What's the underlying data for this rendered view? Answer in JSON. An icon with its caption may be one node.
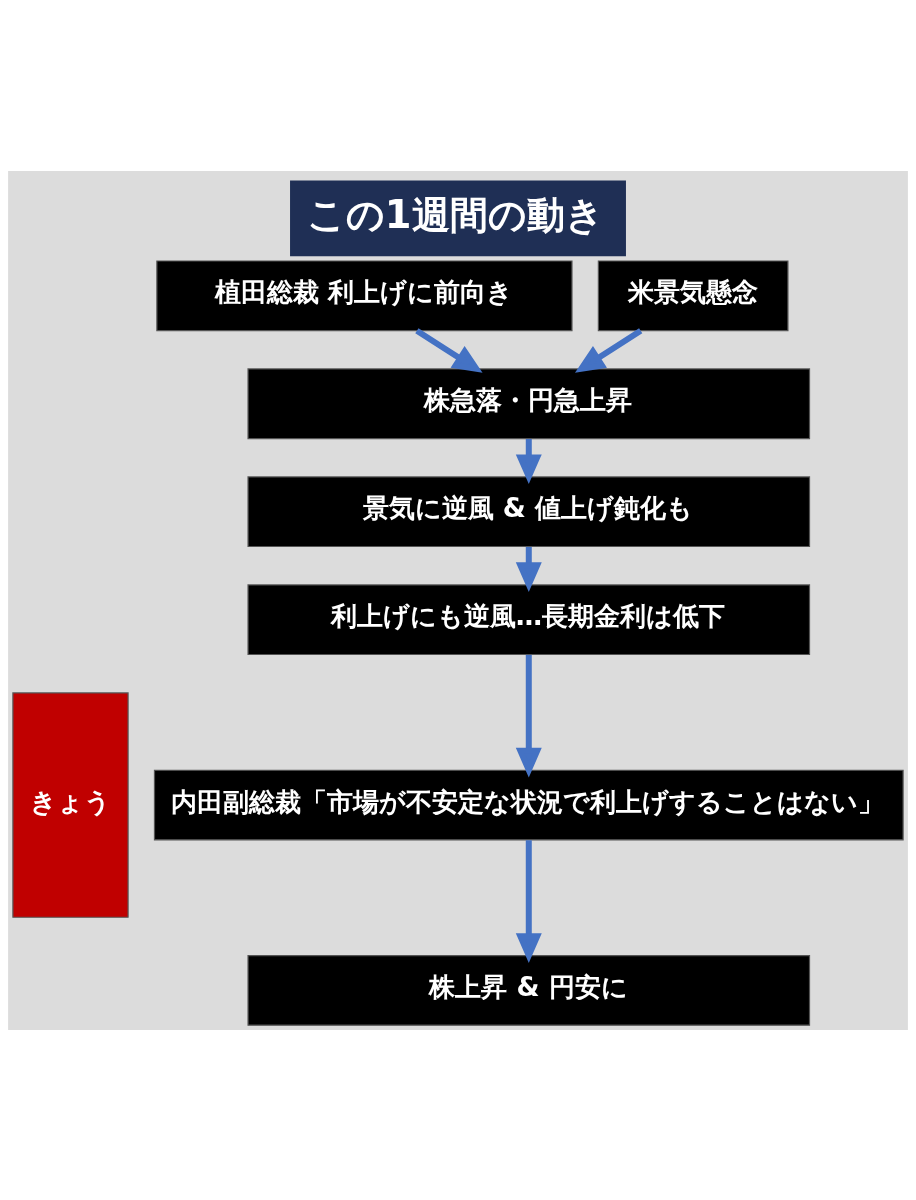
{
  "diagram": {
    "title": "この1週間の動き",
    "nodes": [
      {
        "text": [
          "植田総裁 利上げに前向き"
        ]
      },
      {
        "text": [
          "米景気懸念"
        ]
      },
      {
        "text": [
          "株急落・円急上昇"
        ]
      },
      {
        "text": [
          "景気に逆風 & 値上げ鈍化も"
        ]
      },
      {
        "text": [
          "利上げにも逆風…長期金利は低下"
        ]
      },
      {
        "text": [
          "きょう"
        ]
      },
      {
        "text": [
          "内田副総裁「市場が不安定な状況で利上げすることはない」"
        ]
      },
      {
        "text": [
          "株上昇 & 円安に"
        ]
      }
    ],
    "edges": [
      {
        "from": 0,
        "to": 2,
        "arrow": "to"
      },
      {
        "from": 1,
        "to": 2,
        "arrow": "to"
      },
      {
        "from": 2,
        "to": 3,
        "arrow": "to"
      },
      {
        "from": 3,
        "to": 4,
        "arrow": "to"
      },
      {
        "from": 4,
        "to": 6,
        "arrow": "to"
      },
      {
        "from": 6,
        "to": 7,
        "arrow": "to"
      }
    ]
  }
}
